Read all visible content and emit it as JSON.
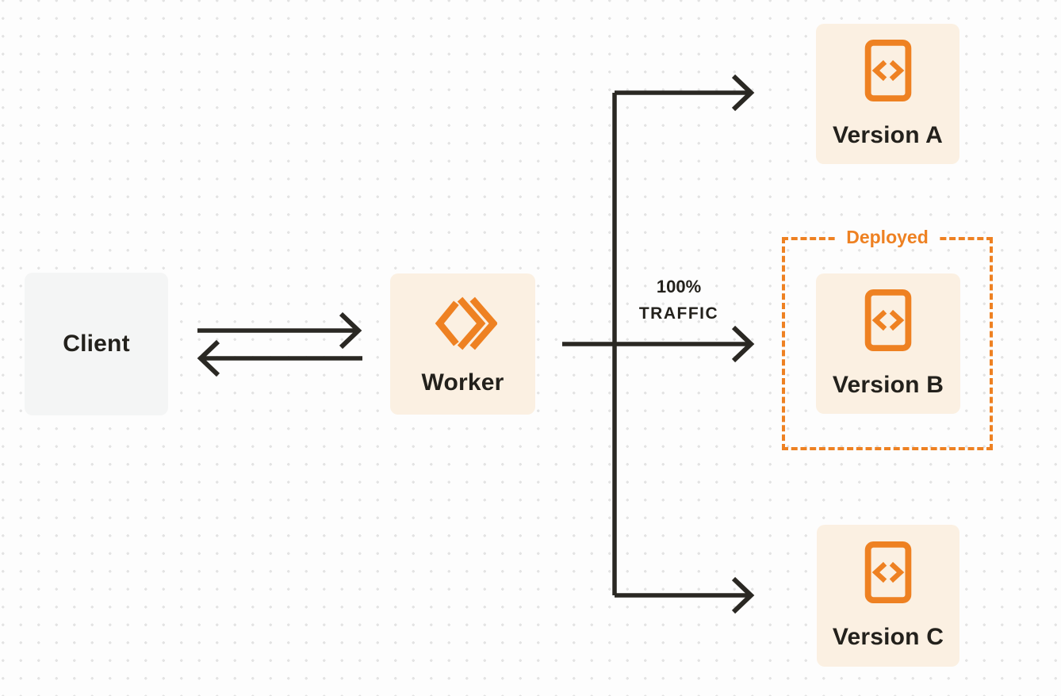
{
  "diagram": {
    "client": {
      "label": "Client"
    },
    "worker": {
      "label": "Worker"
    },
    "versions": [
      {
        "label": "Version A"
      },
      {
        "label": "Version B"
      },
      {
        "label": "Version C"
      }
    ],
    "deployed_badge": "Deployed",
    "traffic_label": {
      "line1": "100%",
      "line2": "TRAFFIC"
    },
    "icons": {
      "worker_icon": "cloudflare-worker-icon",
      "version_icon": "code-file-icon"
    },
    "colors": {
      "accent_orange": "#ee8122",
      "node_cream_bg": "#fbf0e2",
      "client_gray_bg": "#f4f5f5",
      "line_dark": "#2a2823",
      "page_bg": "#fdfdfd",
      "dot_grid": "#e3e3e3"
    }
  }
}
